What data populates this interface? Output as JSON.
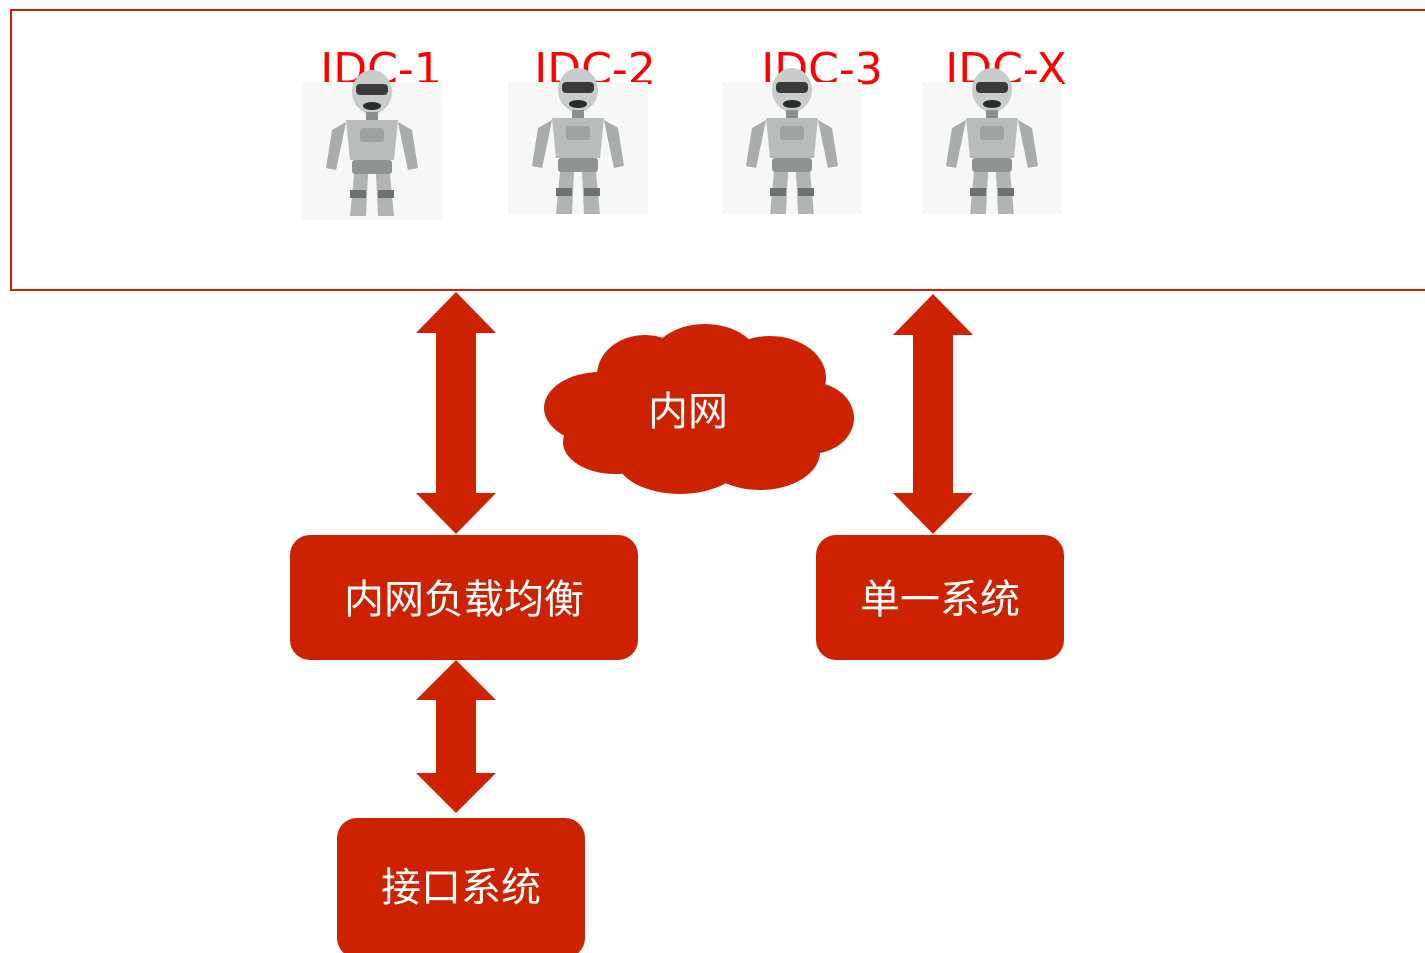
{
  "colors": {
    "accent": "#cc2200",
    "label": "#ff0000",
    "on_accent": "#ffffff",
    "robot_body": "#b8bcbc",
    "robot_dark": "#555555"
  },
  "cluster": {
    "servers": [
      {
        "label": "IDC-1",
        "icon": "robot-icon"
      },
      {
        "label": "IDC-2",
        "icon": "robot-icon"
      },
      {
        "label": "IDC-3",
        "icon": "robot-icon"
      },
      {
        "label": "IDC-X",
        "icon": "robot-icon"
      }
    ]
  },
  "network": {
    "label": "内网",
    "icon": "cloud-icon"
  },
  "nodes": {
    "load_balancer": "内网负载均衡",
    "single_system": "单一系统",
    "interface_system": "接口系统"
  },
  "connections": [
    {
      "from": "cluster",
      "to": "load_balancer",
      "direction": "both"
    },
    {
      "from": "cluster",
      "to": "single_system",
      "direction": "both"
    },
    {
      "from": "load_balancer",
      "to": "interface_system",
      "direction": "both"
    }
  ]
}
